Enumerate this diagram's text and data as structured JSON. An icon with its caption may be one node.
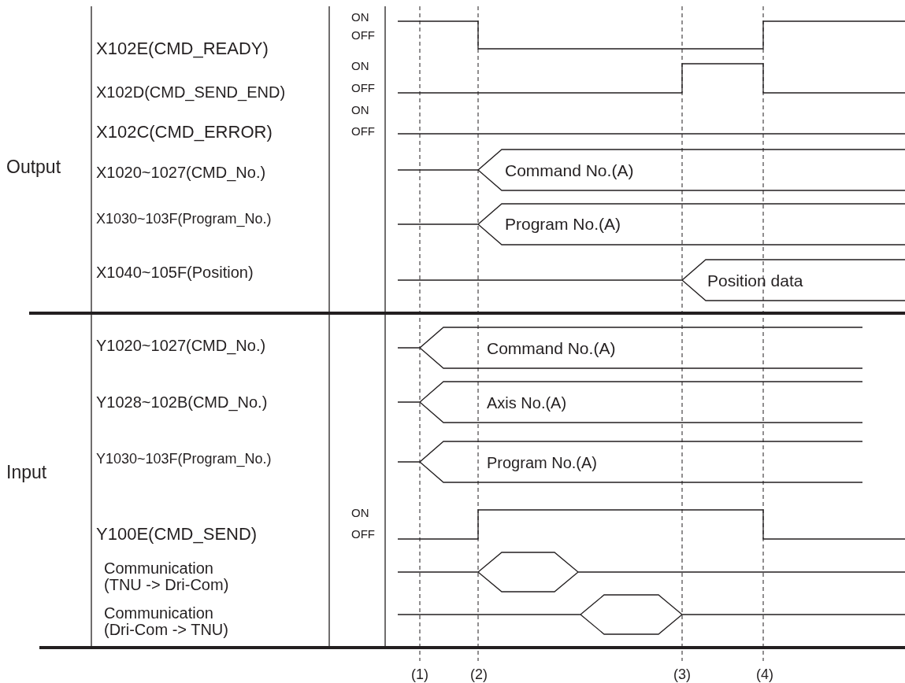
{
  "diagram": {
    "labels": [
      "Output",
      "X102E(CMD_READY)",
      "ON",
      "OFF",
      "X102D(CMD_SEND_END)",
      "ON",
      "OFF",
      "X102C(CMD_ERROR)",
      "ON",
      "OFF",
      "X1020~1027(CMD_No.)",
      "Command No.(A)",
      "X1030~103F(Program_No.)",
      "Program No.(A)",
      "X1040~105F(Position)",
      "Position data",
      "Input",
      "Y1020~1027(CMD_No.)",
      "Command No.(A)",
      "Y1028~102B(CMD_No.)",
      "Axis No.(A)",
      "Y1030~103F(Program_No.)",
      "Program No.(A)",
      "Y100E(CMD_SEND)",
      "ON",
      "OFF",
      "Communication (TNU -> Dri-Com)",
      "Communication (Dri-Com -> TNU)",
      "(1)",
      "(2)",
      "(3)",
      "(4)"
    ]
  }
}
